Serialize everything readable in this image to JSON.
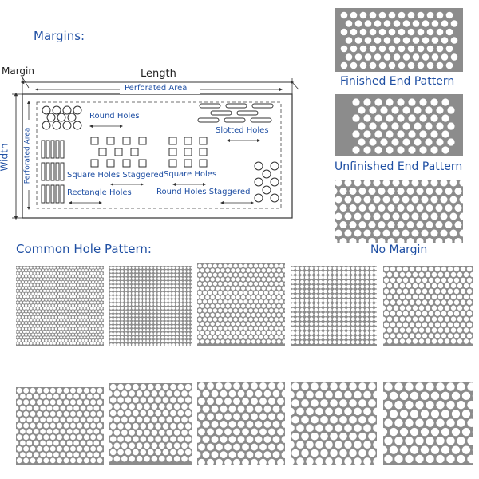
{
  "margins_title": "Margins:",
  "common_title": "Common Hole Pattern:",
  "diagram": {
    "margin": "Margin",
    "length": "Length",
    "perforated_area": "Perforated Area",
    "width": "Width",
    "perforated_area_vertical": "Perforated Area",
    "round_holes": "Round Holes",
    "slotted_holes": "Slotted Holes",
    "square_holes_staggered": "Square Holes Staggered",
    "square_holes": "Square Holes",
    "rectangle_holes": "Rectangle Holes",
    "round_holes_staggered": "Round Holes Staggered"
  },
  "end_patterns": [
    {
      "label": "Finished End Pattern"
    },
    {
      "label": "Unfinished End Pattern"
    },
    {
      "label": "No Margin"
    }
  ],
  "colors": {
    "title_blue": "#1f4fa3",
    "sheet_gray": "#8c8c8c",
    "hole_white": "#ffffff"
  },
  "hole_pattern_count": 10
}
